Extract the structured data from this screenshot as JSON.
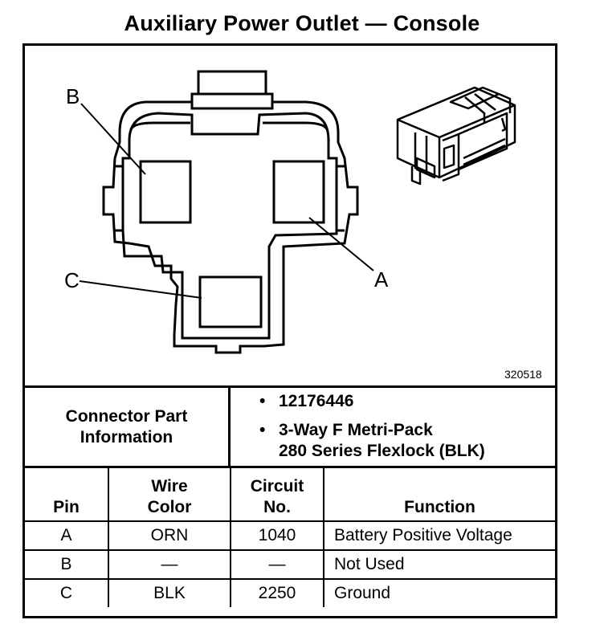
{
  "title": "Auxiliary Power Outlet — Console",
  "figure_number": "320518",
  "callouts": {
    "a": "A",
    "b": "B",
    "c": "C"
  },
  "connector_info": {
    "label_line1": "Connector Part",
    "label_line2": "Information",
    "part_number": "12176446",
    "desc_line1": "3-Way F Metri-Pack",
    "desc_line2": "280 Series Flexlock (BLK)"
  },
  "table": {
    "headers": {
      "pin": "Pin",
      "wire_line1": "Wire",
      "wire_line2": "Color",
      "circuit_line1": "Circuit",
      "circuit_line2": "No.",
      "function": "Function"
    },
    "rows": [
      {
        "pin": "A",
        "wire": "ORN",
        "circuit": "1040",
        "function": "Battery Positive Voltage"
      },
      {
        "pin": "B",
        "wire": "—",
        "circuit": "—",
        "function": "Not Used"
      },
      {
        "pin": "C",
        "wire": "BLK",
        "circuit": "2250",
        "function": "Ground"
      }
    ]
  }
}
